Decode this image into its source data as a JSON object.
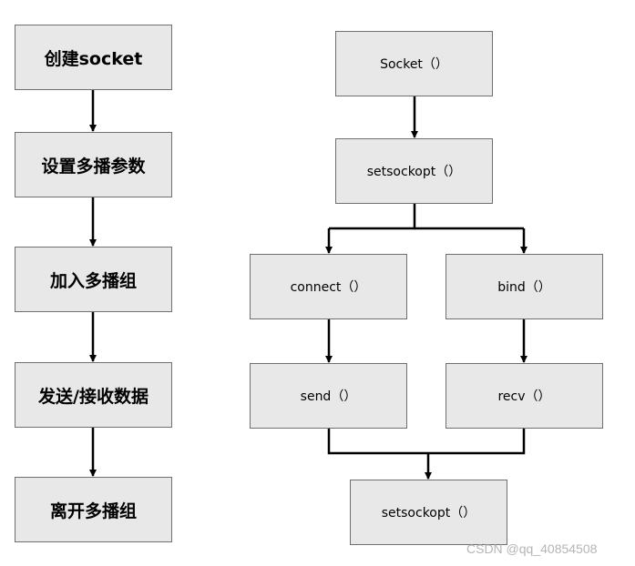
{
  "left_flow": [
    "创建socket",
    "设置多播参数",
    "加入多播组",
    "发送/接收数据",
    "离开多播组"
  ],
  "right_flow": {
    "socket": "Socket（）",
    "setsockopt_top": "setsockopt（）",
    "connect": "connect（）",
    "bind": "bind（）",
    "send": "send（）",
    "recv": "recv（）",
    "setsockopt_bottom": "setsockopt（）"
  },
  "watermark": "CSDN @qq_40854508",
  "colors": {
    "box_fill": "#e8e8e8",
    "box_border": "#6f6f6f",
    "arrow": "#000000",
    "watermark": "#b5b5b5"
  }
}
